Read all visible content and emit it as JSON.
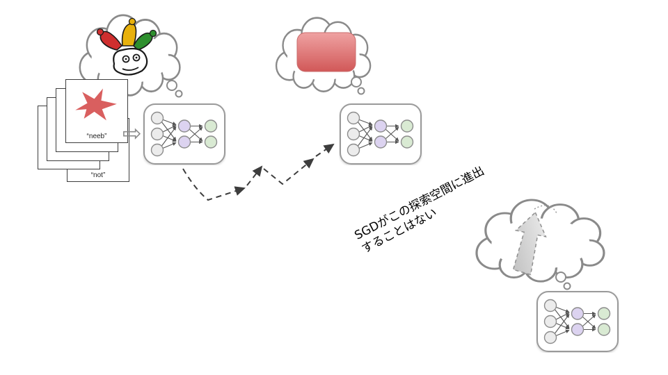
{
  "slide": {
    "cards": {
      "label_neeb": "“neeb”",
      "label_not": "“not”"
    },
    "annotation": {
      "line1": "SGDがこの探索空間に進出",
      "line2": "することはない"
    },
    "icons": {
      "transform_arrow": "⇨"
    },
    "colors": {
      "red_bird": "#d95f5f",
      "blue_bird": "#4a86e8",
      "nn_input_node": "#ececec",
      "nn_hidden_node": "#dcd3f0",
      "nn_output_node": "#d9ead3",
      "thought_red_light": "#efa2a2",
      "thought_red_dark": "#d15858",
      "arrow_gray_light": "#efefef",
      "arrow_gray_dark": "#bdbdbd",
      "jester_red": "#cf2f2f",
      "jester_yellow": "#e8b10c",
      "jester_green": "#2e8f2e"
    }
  }
}
